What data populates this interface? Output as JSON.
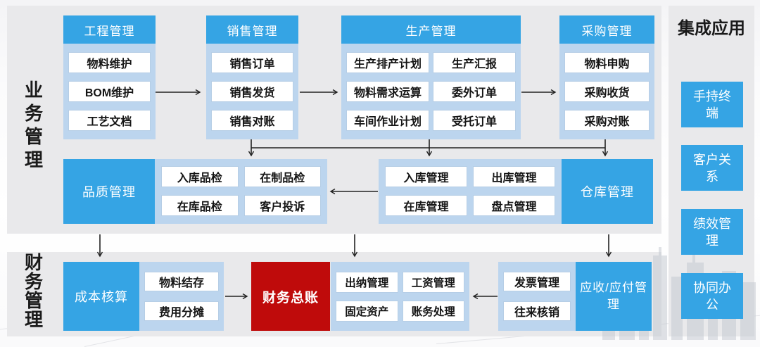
{
  "colors": {
    "blue": "#35a4e4",
    "lightBlue": "#bcd5ee",
    "red": "#bf0b0b",
    "panel": "#e9e9eb",
    "arrow": "#222222"
  },
  "left_labels": {
    "business": "业务管理",
    "finance": "财务管理"
  },
  "columns": {
    "engineering": {
      "title": "工程管理",
      "items": [
        "物料维护",
        "BOM维护",
        "工艺文档"
      ]
    },
    "sales": {
      "title": "销售管理",
      "items": [
        "销售订单",
        "销售发货",
        "销售对账"
      ]
    },
    "production": {
      "title": "生产管理",
      "items": [
        "生产排产计划",
        "生产汇报",
        "物料需求运算",
        "委外订单",
        "车间作业计划",
        "受托订单"
      ]
    },
    "purchasing": {
      "title": "采购管理",
      "items": [
        "物料申购",
        "采购收货",
        "采购对账"
      ]
    }
  },
  "middle": {
    "quality": {
      "title": "品质管理",
      "items": [
        "入库品检",
        "在制品检",
        "在库品检",
        "客户投诉"
      ]
    },
    "warehouse": {
      "title": "仓库管理",
      "items": [
        "入库管理",
        "出库管理",
        "在库管理",
        "盘点管理"
      ]
    }
  },
  "bottom": {
    "cost": {
      "title": "成本核算",
      "items": [
        "物料结存",
        "费用分摊"
      ]
    },
    "ledger": {
      "title": "财务总账"
    },
    "cashier": {
      "items": [
        "出纳管理",
        "工资管理",
        "固定资产",
        "账务处理"
      ]
    },
    "invoice": {
      "items": [
        "发票管理",
        "往来核销"
      ]
    },
    "arap": {
      "title": "应收/应付管理"
    }
  },
  "sidebar": {
    "title": "集成应用",
    "items": [
      "手持终端",
      "客户关系",
      "绩效管理",
      "协同办公"
    ]
  }
}
